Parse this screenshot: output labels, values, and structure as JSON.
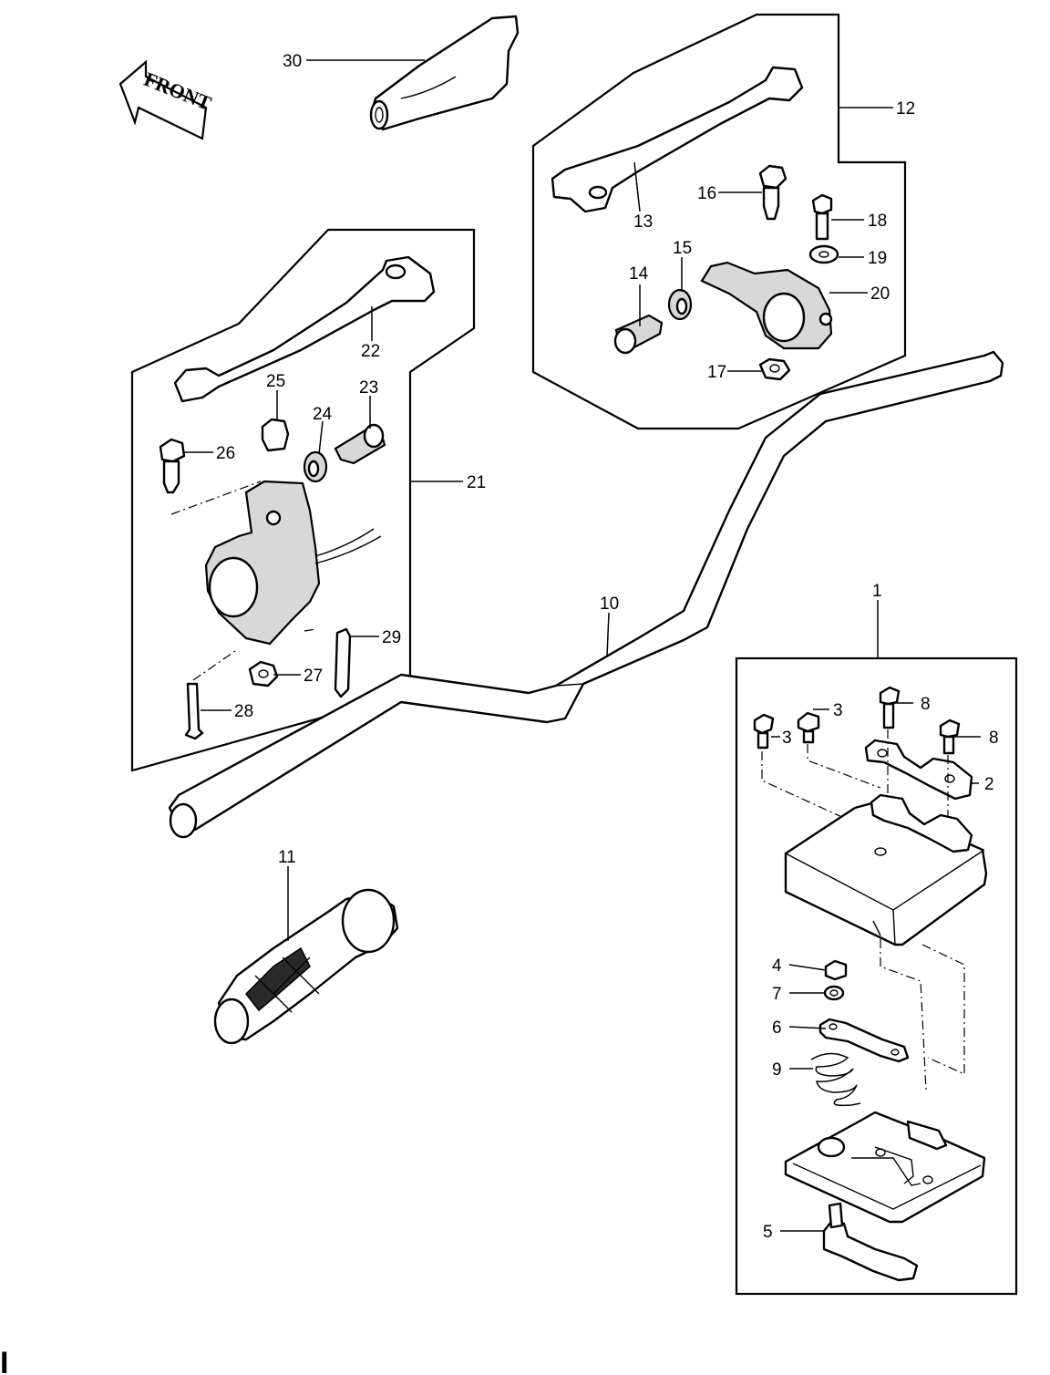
{
  "front_arrow": {
    "label": "FRONT"
  },
  "callouts": {
    "c1": "1",
    "c2": "2",
    "c3a": "3",
    "c3b": "3",
    "c4": "4",
    "c5": "5",
    "c6": "6",
    "c7": "7",
    "c8a": "8",
    "c8b": "8",
    "c9": "9",
    "c10": "10",
    "c11": "11",
    "c12": "12",
    "c13": "13",
    "c14": "14",
    "c15": "15",
    "c16": "16",
    "c17": "17",
    "c18": "18",
    "c19": "19",
    "c20": "20",
    "c21": "21",
    "c22": "22",
    "c23": "23",
    "c24": "24",
    "c25": "25",
    "c26": "26",
    "c27": "27",
    "c28": "28",
    "c29": "29",
    "c30": "30"
  },
  "edge_mark": "I"
}
